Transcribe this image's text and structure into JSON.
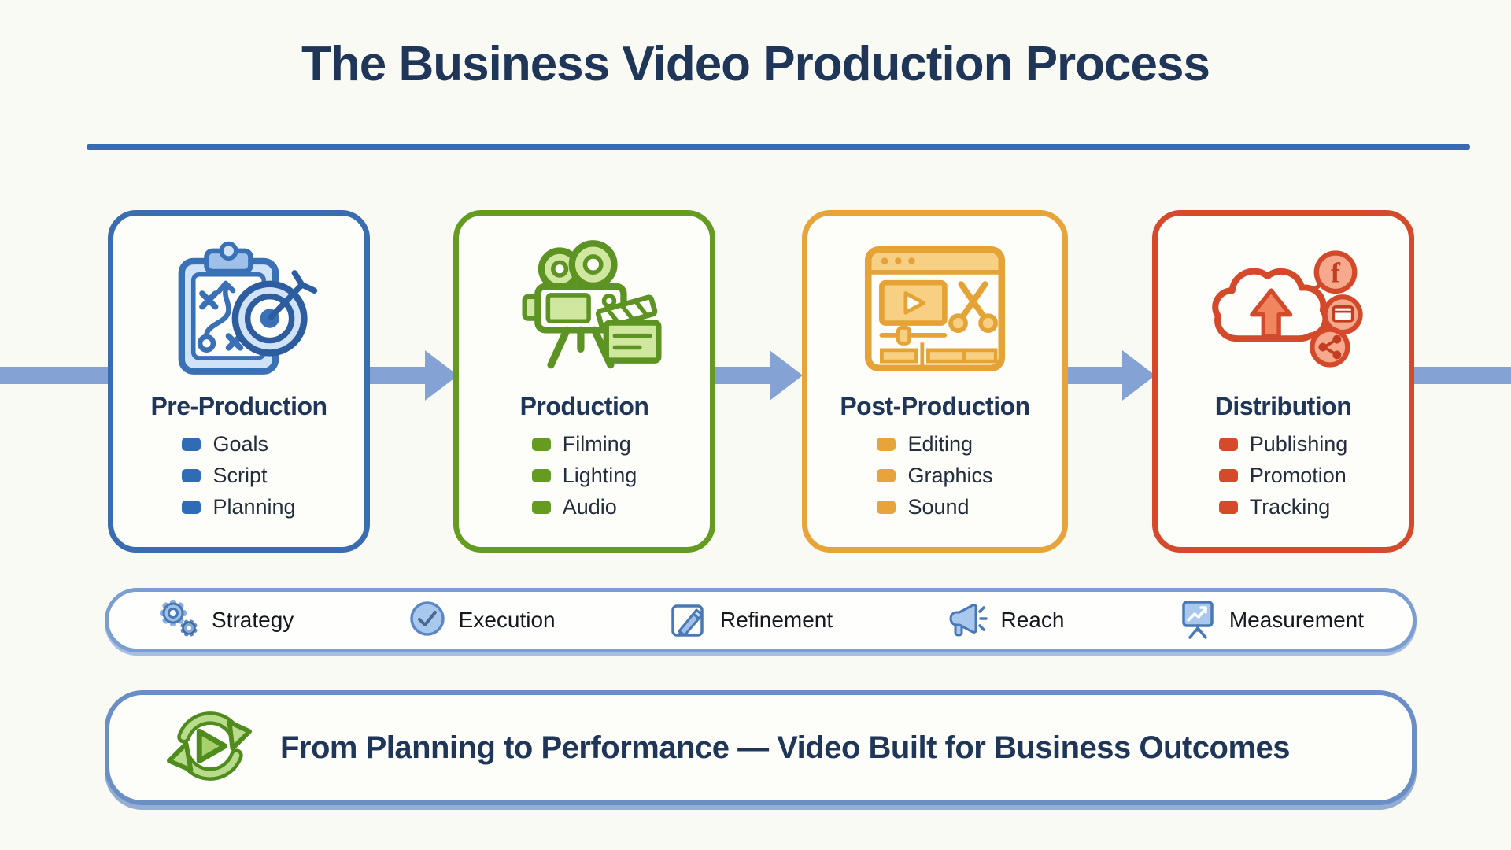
{
  "title": "The Business Video Production Process",
  "stages": [
    {
      "name": "Pre-Production",
      "accent": "#3a6cb0",
      "icon": "clipboard-strategy-icon",
      "items": [
        "Goals",
        "Script",
        "Planning"
      ]
    },
    {
      "name": "Production",
      "accent": "#649b20",
      "icon": "video-camera-icon",
      "items": [
        "Filming",
        "Lighting",
        "Audio"
      ]
    },
    {
      "name": "Post-Production",
      "accent": "#e7a43a",
      "icon": "video-editor-icon",
      "items": [
        "Editing",
        "Graphics",
        "Sound"
      ]
    },
    {
      "name": "Distribution",
      "accent": "#d54a2b",
      "icon": "cloud-share-icon",
      "items": [
        "Publishing",
        "Promotion",
        "Tracking"
      ]
    }
  ],
  "phases": [
    {
      "label": "Strategy",
      "icon": "gears-icon"
    },
    {
      "label": "Execution",
      "icon": "check-circle-icon"
    },
    {
      "label": "Refinement",
      "icon": "pencil-square-icon"
    },
    {
      "label": "Reach",
      "icon": "megaphone-icon"
    },
    {
      "label": "Measurement",
      "icon": "chart-board-icon"
    }
  ],
  "banner": {
    "text": "From Planning to Performance — Video Built for Business Outcomes",
    "icon": "loop-play-icon"
  },
  "colors": {
    "background": "#fafaf4",
    "title_text": "#1f3659",
    "divider": "#3a6ab0",
    "arrow": "#84a3d4",
    "strip_border": "#7b9ed2",
    "banner_border": "#6b8fc4",
    "loop_green": "#4f8b1d"
  }
}
